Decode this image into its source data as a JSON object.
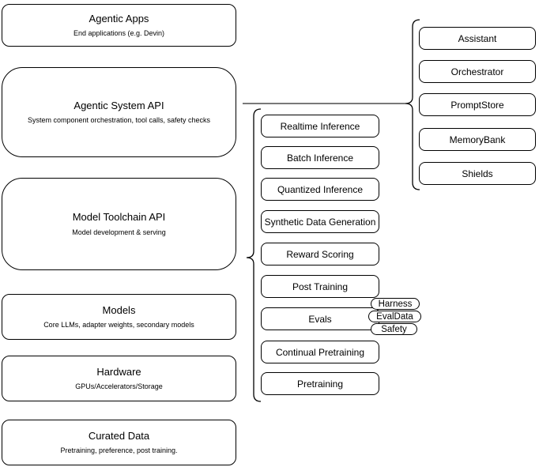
{
  "diagram": {
    "layers": [
      {
        "title": "Agentic Apps",
        "subtitle": "End applications (e.g. Devin)"
      },
      {
        "title": "Agentic System API",
        "subtitle": "System component orchestration, tool calls, safety checks"
      },
      {
        "title": "Model Toolchain API",
        "subtitle": "Model development & serving"
      },
      {
        "title": "Models",
        "subtitle": "Core LLMs, adapter weights, secondary models"
      },
      {
        "title": "Hardware",
        "subtitle": "GPUs/Accelerators/Storage"
      },
      {
        "title": "Curated Data",
        "subtitle": "Pretraining, preference, post training."
      }
    ],
    "toolchain_services": [
      "Realtime Inference",
      "Batch Inference",
      "Quantized Inference",
      "Synthetic Data Generation",
      "Reward Scoring",
      "Post Training",
      "Evals",
      "Continual Pretraining",
      "Pretraining"
    ],
    "eval_tags": [
      "Harness",
      "EvalData",
      "Safety"
    ],
    "system_components": [
      "Assistant",
      "Orchestrator",
      "PromptStore",
      "MemoryBank",
      "Shields"
    ],
    "colors": {
      "background": "#ffffff",
      "stroke": "#000000",
      "connector": "#4d4d4d"
    }
  }
}
